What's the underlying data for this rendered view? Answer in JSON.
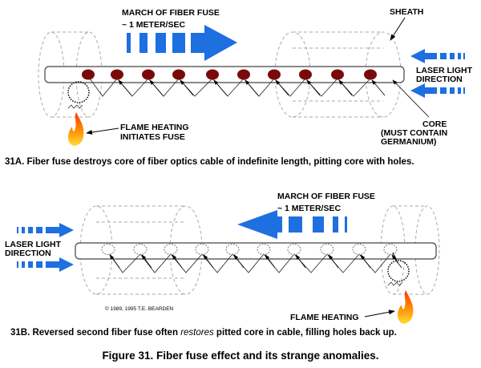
{
  "panel_a": {
    "march_label": "MARCH OF FIBER FUSE",
    "speed_label": "~ 1 METER/SEC",
    "sheath_label": "SHEATH",
    "laser_label_1": "LASER LIGHT",
    "laser_label_2": "DIRECTION",
    "core_label_1": "CORE",
    "core_label_2": "(MUST CONTAIN",
    "core_label_3": "GERMANIUM)",
    "flame_label_1": "FLAME HEATING",
    "flame_label_2": "INITIATES FUSE",
    "caption": "31A.  Fiber fuse destroys core of fiber optics cable of indefinite length, pitting core with holes."
  },
  "panel_b": {
    "march_label": "MARCH OF FIBER FUSE",
    "speed_label": "~ 1 METER/SEC",
    "laser_label_1": "LASER LIGHT",
    "laser_label_2": "DIRECTION",
    "copyright": "© 1989, 1995 T.E. BEARDEN",
    "flame_label": "FLAME HEATING",
    "caption_pre": "31B.  Reversed second fiber fuse often ",
    "caption_em": "restores",
    "caption_post": " pitted core in cable, filling holes back up."
  },
  "figure_caption": "Figure 31.  Fiber fuse effect and its strange anomalies.",
  "colors": {
    "arrow": "#1e6fe0",
    "hole": "#7a0a0a",
    "flame": "#ff8800"
  }
}
